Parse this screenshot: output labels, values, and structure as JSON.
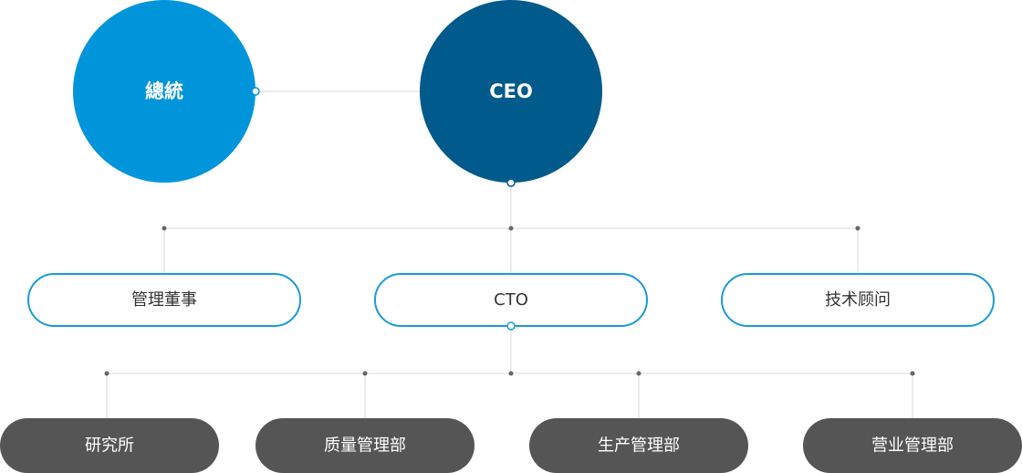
{
  "org_chart": {
    "top": [
      {
        "id": "president",
        "label": "總統"
      },
      {
        "id": "ceo",
        "label": "CEO"
      }
    ],
    "middle": [
      {
        "id": "managing-director",
        "label": "管理董事"
      },
      {
        "id": "cto",
        "label": "CTO"
      },
      {
        "id": "technical-advisor",
        "label": "技术顾问"
      }
    ],
    "departments": [
      {
        "id": "research-institute",
        "label": "研究所"
      },
      {
        "id": "quality-management",
        "label": "质量管理部"
      },
      {
        "id": "production-management",
        "label": "生产管理部"
      },
      {
        "id": "sales-management",
        "label": "营业管理部"
      }
    ]
  },
  "colors": {
    "president": "#0095da",
    "ceo": "#005a8b",
    "pill_border": "#1a9ad6",
    "department": "#555555",
    "line": "#d9d9d9",
    "dot": "#666666"
  }
}
